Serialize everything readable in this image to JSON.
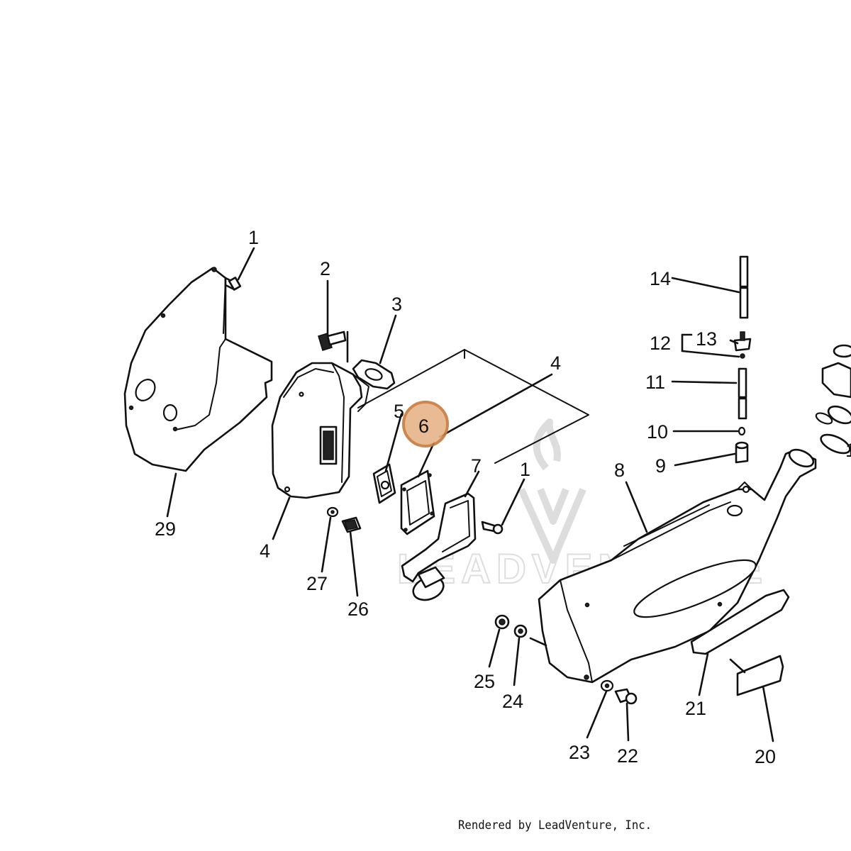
{
  "diagram": {
    "callouts": {
      "c1a": "1",
      "c2": "2",
      "c3": "3",
      "c4a": "4",
      "c4b": "4",
      "c5": "5",
      "c6": "6",
      "c7": "7",
      "c1b": "1",
      "c8": "8",
      "c9": "9",
      "c10": "10",
      "c11": "11",
      "c12": "12",
      "c13": "13",
      "c14": "14",
      "c15": "1",
      "c20": "20",
      "c21": "21",
      "c22": "22",
      "c23": "23",
      "c24": "24",
      "c25": "25",
      "c26": "26",
      "c27": "27",
      "c29": "29"
    },
    "highlighted_part": "6",
    "highlight_color": "#e6b48a",
    "watermark": "LEADVENTURE"
  },
  "footer": {
    "credit": "Rendered by LeadVenture, Inc."
  }
}
